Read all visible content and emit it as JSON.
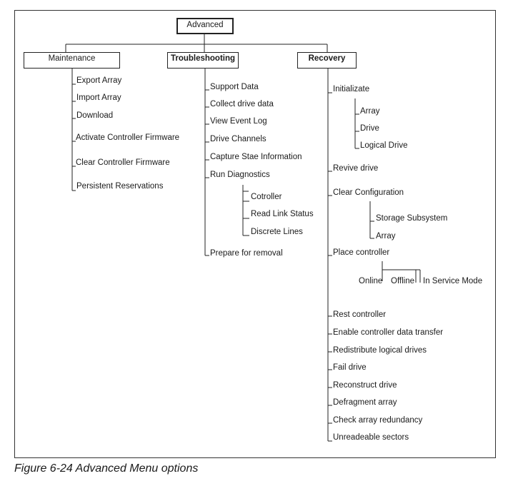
{
  "root": "Advanced",
  "maintenance": {
    "title": "Maintenance",
    "items": [
      "Export Array",
      "Import Array",
      "Download",
      "Activate Controller Firmware",
      "Clear Controller Firmware",
      "Persistent Reservations"
    ]
  },
  "troubleshooting": {
    "title": "Troubleshooting",
    "items": [
      "Support Data",
      "Collect drive data",
      "View Event Log",
      "Drive Channels",
      "Capture Stae Information",
      "Run Diagnostics",
      "Prepare for removal"
    ],
    "diagnostics": [
      "Cotroller",
      "Read Link Status",
      "Discrete Lines"
    ]
  },
  "recovery": {
    "title": "Recovery",
    "initializate": "Initializate",
    "init_sub": [
      "Array",
      "Drive",
      "Logical Drive"
    ],
    "revive": "Revive drive",
    "clear_config": "Clear Configuration",
    "clear_sub": [
      "Storage Subsystem",
      "Array"
    ],
    "place_controller": "Place controller",
    "place_sub": [
      "Online",
      "Offline",
      "In Service Mode"
    ],
    "rest": [
      "Rest controller",
      "Enable controller data transfer",
      "Redistribute logical drives",
      "Fail drive",
      "Reconstruct drive",
      "Defragment array",
      "Check array redundancy",
      "Unreadeable sectors"
    ]
  },
  "caption": "Figure 6-24   Advanced Menu options"
}
